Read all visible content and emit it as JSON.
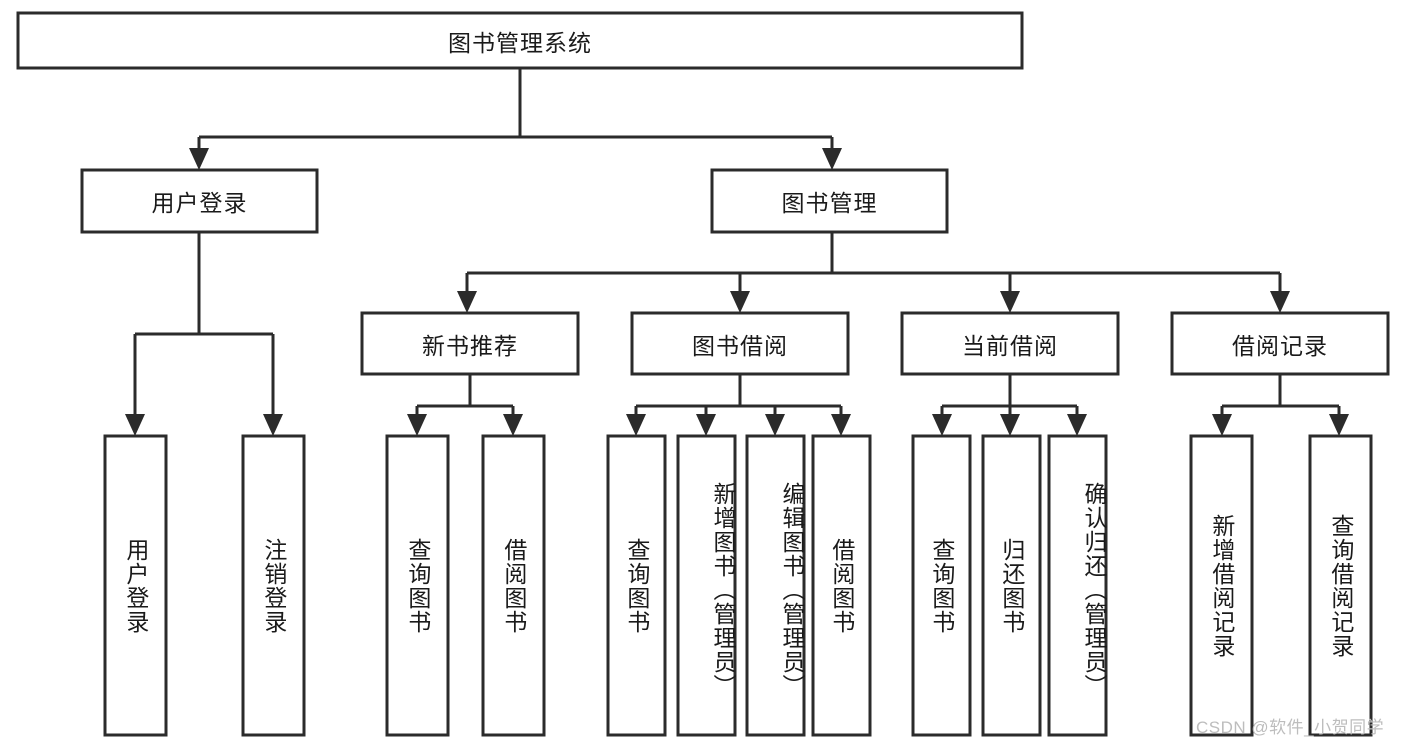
{
  "diagram": {
    "type": "tree-hierarchy",
    "title": "图书管理系统",
    "orientation": "top-down",
    "root": {
      "label": "图书管理系统",
      "level": 0
    },
    "level1": [
      {
        "label": "用户登录"
      },
      {
        "label": "图书管理"
      }
    ],
    "level2": [
      {
        "label": "新书推荐",
        "parent": "图书管理"
      },
      {
        "label": "图书借阅",
        "parent": "图书管理"
      },
      {
        "label": "当前借阅",
        "parent": "图书管理"
      },
      {
        "label": "借阅记录",
        "parent": "图书管理"
      }
    ],
    "leaves": {
      "user_login": [
        {
          "label": "用户登录"
        },
        {
          "label": "注销登录"
        }
      ],
      "new_book_recommend": [
        {
          "label": "查询图书"
        },
        {
          "label": "借阅图书"
        }
      ],
      "book_borrow": [
        {
          "label": "查询图书"
        },
        {
          "label": "新增图书（管理员）"
        },
        {
          "label": "编辑图书（管理员）"
        },
        {
          "label": "借阅图书"
        }
      ],
      "current_borrow": [
        {
          "label": "查询图书"
        },
        {
          "label": "归还图书"
        },
        {
          "label": "确认归还（管理员）"
        }
      ],
      "borrow_record": [
        {
          "label": "新增借阅记录"
        },
        {
          "label": "查询借阅记录"
        }
      ]
    },
    "colors": {
      "stroke": "#2b2b2b",
      "fill": "#ffffff",
      "text": "#1a1a1a",
      "watermark": "#bdbdbd"
    }
  },
  "watermark": {
    "text": "CSDN @软件_小贺同学"
  }
}
